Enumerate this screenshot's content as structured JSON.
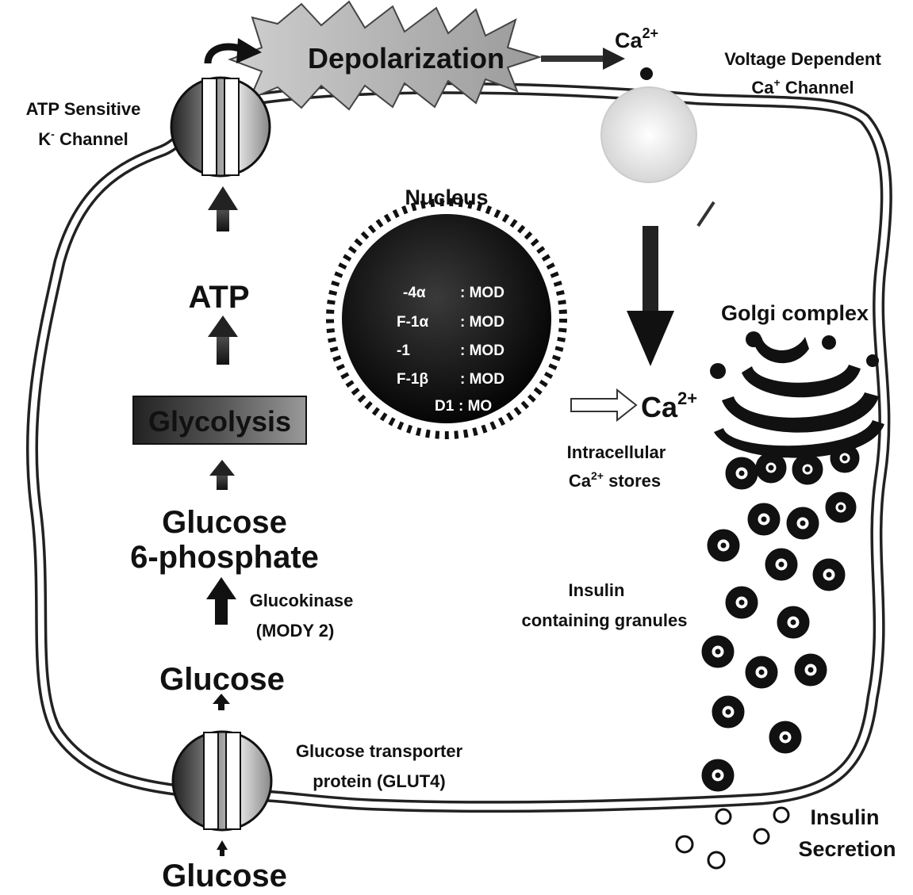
{
  "labels": {
    "depolarization": "Depolarization",
    "ca_top": "Ca",
    "ca_sup": "2+",
    "vdcc_line1": "Voltage Dependent",
    "vdcc_line2": "Ca",
    "vdcc_line2_sup": "+",
    "vdcc_line2_rest": " Channel",
    "katp_line1": "ATP Sensitive",
    "katp_line2": "K",
    "katp_line2_sup": "-",
    "katp_line2_rest": " Channel",
    "nucleus": "Nucleus",
    "atp": "ATP",
    "glycolysis": "Glycolysis",
    "g6p_line1": "Glucose",
    "g6p_line2": "6-phosphate",
    "glucokinase_line1": "Glucokinase",
    "glucokinase_line2": "(MODY 2)",
    "glucose_inner": "Glucose",
    "glut_line1": "Glucose transporter",
    "glut_line2": "protein (GLUT4)",
    "glucose_outside": "Glucose",
    "golgi": "Golgi complex",
    "ca_mid": "Ca",
    "ca_mid_sup": "2+",
    "stores_line1": "Intracellular",
    "stores_line2": "Ca",
    "stores_line2_sup": "2+",
    "stores_line2_rest": " stores",
    "granules_line1": "Insulin",
    "granules_line2": "containing granules",
    "secretion_line1": "Insulin",
    "secretion_line2": "Secretion"
  },
  "nucleus_rows": [
    {
      "left": "-4α",
      "right": ": MOD"
    },
    {
      "left": "F-1α",
      "right": ": MOD"
    },
    {
      "left": "-1",
      "right": ": MOD"
    },
    {
      "left": "F-1β",
      "right": ": MOD"
    },
    {
      "left": "D1",
      "right": ": MO"
    }
  ]
}
